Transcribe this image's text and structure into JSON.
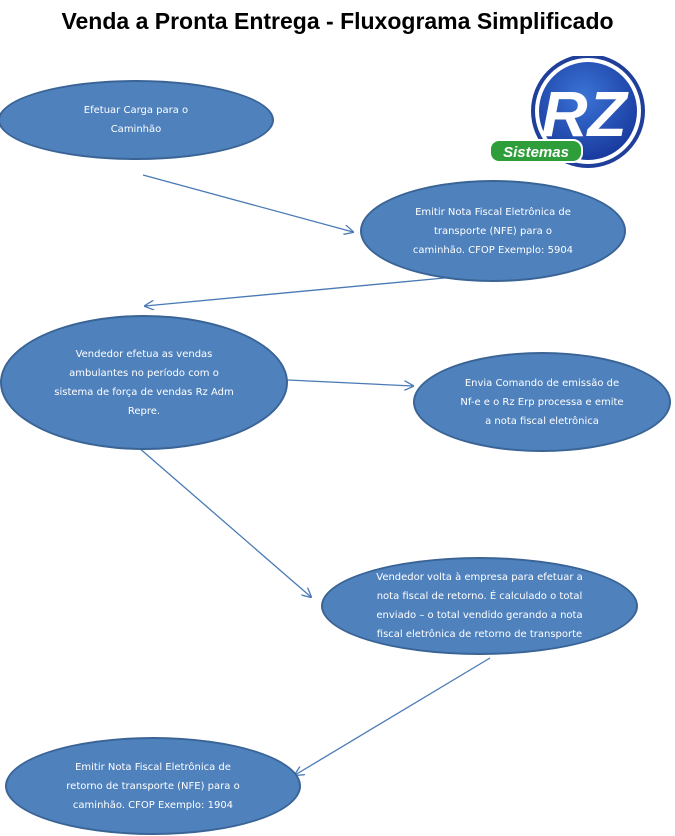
{
  "title": "Venda a Pronta Entrega - Fluxograma Simplificado",
  "logo": {
    "text": "RZ",
    "subtext": "Sistemas",
    "colors": {
      "ring": "#1f3f9a",
      "inner": "#1a4fb0",
      "green": "#2e9e3a"
    }
  },
  "colors": {
    "node_fill": "#4f81bd",
    "node_border": "#3a6496",
    "arrow": "#4a7ab5"
  },
  "nodes": {
    "carga": {
      "lines": [
        "Efetuar Carga para o",
        "Caminhão"
      ]
    },
    "nfe_transporte": {
      "lines": [
        "Emitir Nota Fiscal Eletrônica de",
        "transporte (NFE) para o",
        "caminhão. CFOP Exemplo: 5904"
      ]
    },
    "vendas": {
      "lines": [
        "Vendedor efetua as vendas",
        "ambulantes no período com o",
        "sistema de força de vendas Rz Adm",
        "Repre."
      ]
    },
    "comando": {
      "lines": [
        "Envia Comando de emissão de",
        "Nf-e e o Rz Erp processa e emite",
        "a nota fiscal eletrônica"
      ]
    },
    "retorno_empresa": {
      "lines": [
        "Vendedor volta à empresa para efetuar a",
        "nota fiscal de retorno. É calculado o total",
        "enviado – o total vendido gerando a nota",
        "fiscal eletrônica de retorno de transporte"
      ]
    },
    "nfe_retorno": {
      "lines": [
        "Emitir Nota Fiscal Eletrônica de",
        "retorno de transporte (NFE) para o",
        "caminhão. CFOP Exemplo: 1904"
      ]
    }
  }
}
